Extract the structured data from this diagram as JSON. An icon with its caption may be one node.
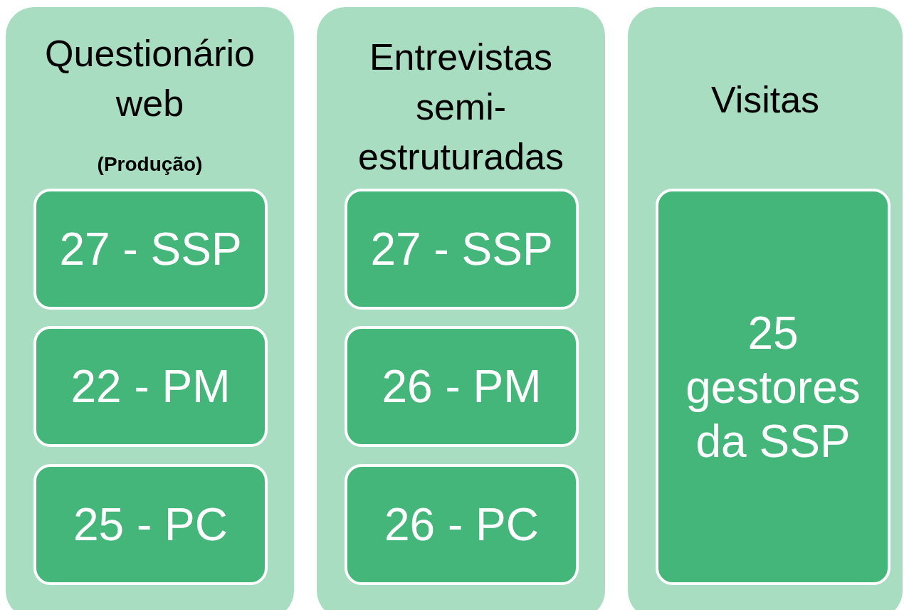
{
  "diagram": {
    "nodes": [
      {
        "text": [
          "Questionário web",
          "(Produção)"
        ]
      },
      {
        "text": [
          "27 - SSP"
        ],
        "in": 0
      },
      {
        "text": [
          "22 - PM"
        ],
        "in": 0
      },
      {
        "text": [
          "25 - PC"
        ],
        "in": 0
      },
      {
        "text": [
          "Entrevistas semi-estruturadas"
        ]
      },
      {
        "text": [
          "27 - SSP"
        ],
        "in": 4
      },
      {
        "text": [
          "26 - PM"
        ],
        "in": 4
      },
      {
        "text": [
          "26 - PC"
        ],
        "in": 4
      },
      {
        "text": [
          "Visitas"
        ]
      },
      {
        "text": [
          "25 gestores da SSP"
        ],
        "in": 8
      }
    ]
  }
}
